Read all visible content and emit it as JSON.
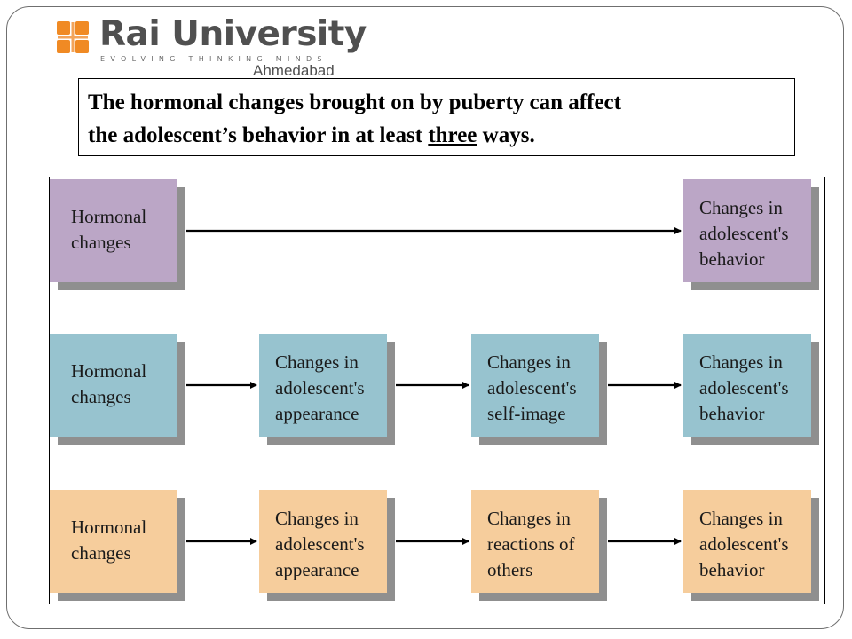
{
  "logo": {
    "name": "Rai University",
    "tagline": "EVOLVING THINKING MINDS",
    "city": "Ahmedabad",
    "emblem_color": "#f08a24"
  },
  "title": {
    "line1": "The hormonal changes brought on by puberty can affect",
    "line2_before": "the adolescent’s behavior in at least ",
    "line2_underlined": "three",
    "line2_after": " ways."
  },
  "diagram": {
    "rows": [
      {
        "color": "#bba6c6",
        "nodes": [
          "Hormonal\nchanges",
          "Changes in\nadolescent's\nbehavior"
        ]
      },
      {
        "color": "#97c3cf",
        "nodes": [
          "Hormonal\nchanges",
          "Changes in\nadolescent's\nappearance",
          "Changes in\nadolescent's\nself-image",
          "Changes in\nadolescent's\nbehavior"
        ]
      },
      {
        "color": "#f6cd9c",
        "nodes": [
          "Hormonal\nchanges",
          "Changes in\nadolescent's\nappearance",
          "Changes in\nreactions of\nothers",
          "Changes in\nadolescent's\nbehavior"
        ]
      }
    ]
  }
}
